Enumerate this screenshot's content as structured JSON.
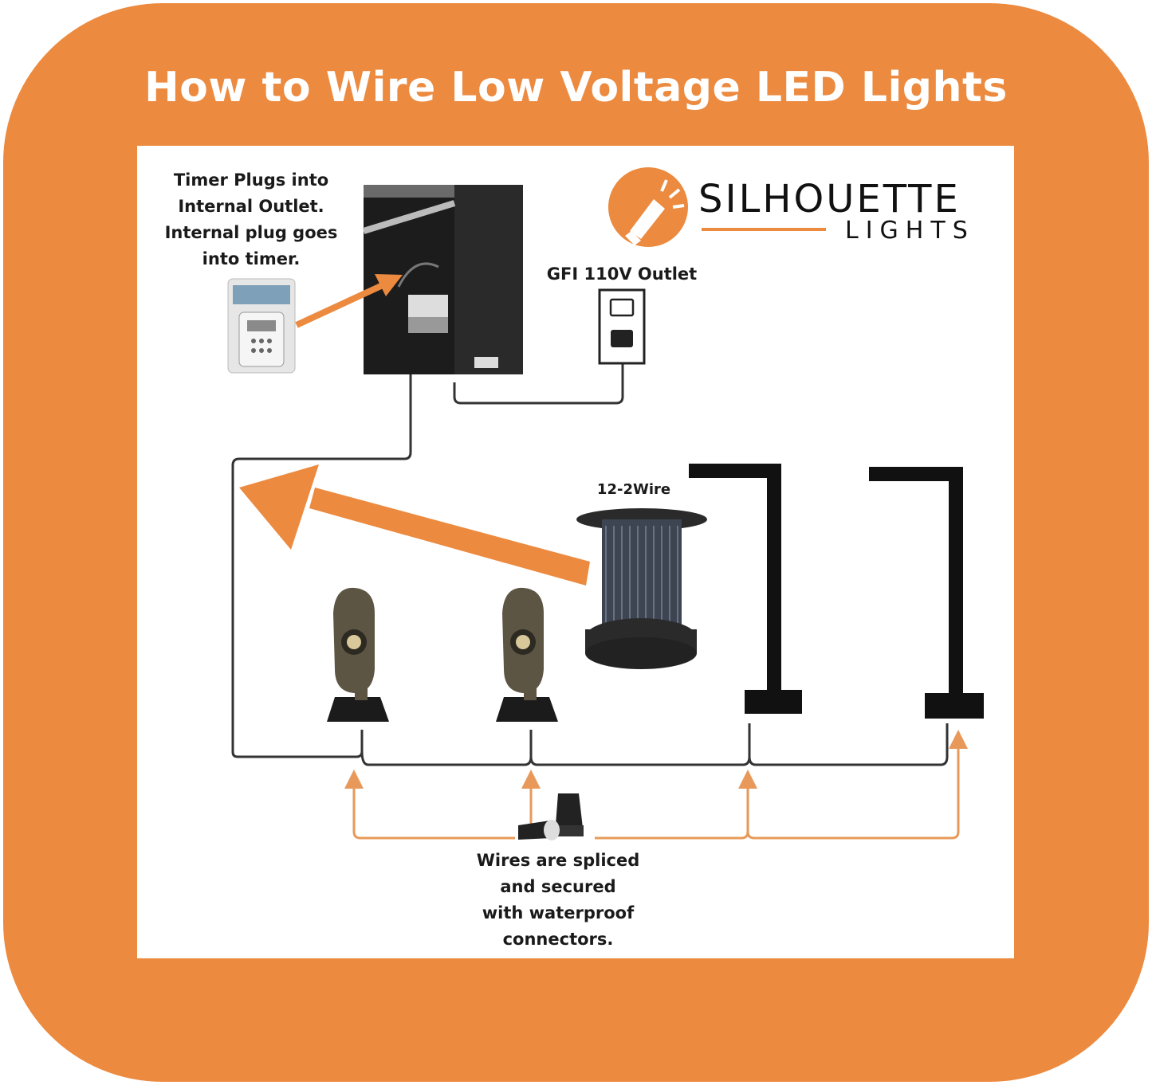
{
  "title": "How to Wire Low Voltage LED Lights",
  "brand": {
    "name": "SILHOUETTE",
    "sub": "LIGHTS",
    "icon": "flashlight-icon"
  },
  "labels": {
    "timer": [
      "Timer Plugs into",
      "Internal Outlet.",
      "Internal plug goes",
      "into timer."
    ],
    "outlet": "GFI 110V Outlet",
    "wire": "12-2Wire",
    "connectors": [
      "Wires are spliced",
      "and secured",
      "with waterproof",
      "connectors."
    ]
  },
  "colors": {
    "accent": "#ec8a3f",
    "wire": "#333333",
    "connector_line": "#e8995a"
  }
}
